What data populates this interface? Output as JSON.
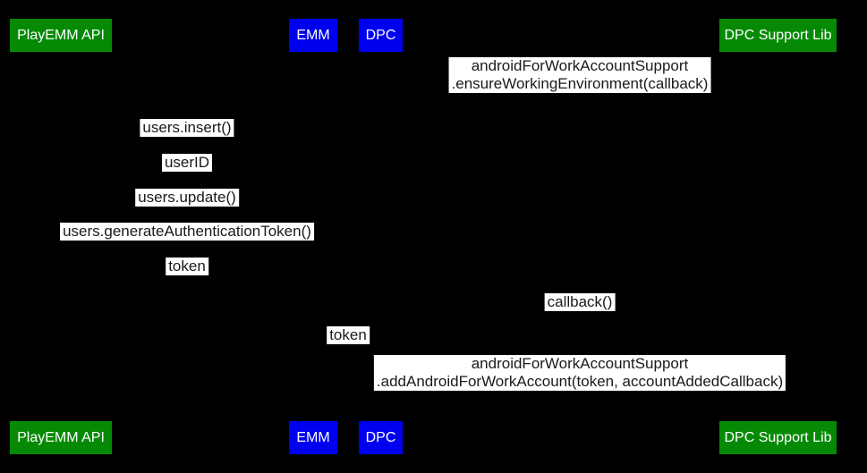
{
  "diagram": {
    "type": "sequence-diagram",
    "colors": {
      "background": "#000000",
      "green_actor": "#068a06",
      "blue_actor": "#0000f0",
      "actor_text": "#ffffff",
      "label_bg": "#ffffff",
      "label_text": "#1a1a1a"
    },
    "actors": [
      {
        "id": "playemm-api",
        "label": "PlayEMM API",
        "color": "green"
      },
      {
        "id": "emm",
        "label": "EMM",
        "color": "blue"
      },
      {
        "id": "dpc",
        "label": "DPC",
        "color": "blue"
      },
      {
        "id": "dpc-support-lib",
        "label": "DPC Support Lib",
        "color": "green"
      }
    ],
    "messages": [
      {
        "from": "dpc",
        "to": "dpc-support-lib",
        "lines": [
          "androidForWorkAccountSupport",
          ".ensureWorkingEnvironment(callback)"
        ]
      },
      {
        "from": "emm",
        "to": "playemm-api",
        "lines": [
          "users.insert()"
        ]
      },
      {
        "from": "playemm-api",
        "to": "emm",
        "lines": [
          "userID"
        ]
      },
      {
        "from": "emm",
        "to": "playemm-api",
        "lines": [
          "users.update()"
        ]
      },
      {
        "from": "emm",
        "to": "playemm-api",
        "lines": [
          "users.generateAuthenticationToken()"
        ]
      },
      {
        "from": "playemm-api",
        "to": "emm",
        "lines": [
          "token"
        ]
      },
      {
        "from": "dpc-support-lib",
        "to": "dpc",
        "lines": [
          "callback()"
        ]
      },
      {
        "from": "emm",
        "to": "dpc",
        "lines": [
          "token"
        ]
      },
      {
        "from": "dpc",
        "to": "dpc-support-lib",
        "lines": [
          "androidForWorkAccountSupport",
          ".addAndroidForWorkAccount(token, accountAddedCallback)"
        ]
      }
    ]
  }
}
